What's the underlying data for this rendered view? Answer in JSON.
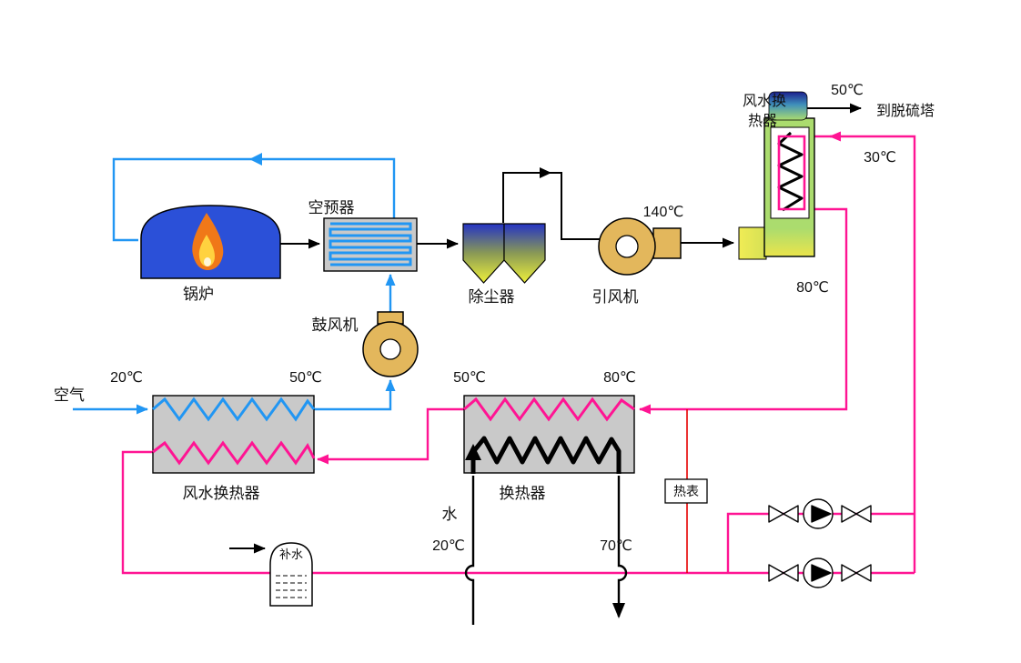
{
  "diagram": {
    "components": {
      "boiler": {
        "label": "锅炉"
      },
      "air_preheater": {
        "label": "空预器"
      },
      "blower": {
        "label": "鼓风机"
      },
      "dust_collector": {
        "label": "除尘器"
      },
      "induced_draft_fan": {
        "label": "引风机",
        "outlet_temp": "140℃"
      },
      "flue_gas_water_hx": {
        "label_line1": "风水换",
        "label_line2": "热器",
        "gas_outlet_temp": "50℃",
        "gas_outlet_dest": "到脱硫塔",
        "water_return_temp": "30℃",
        "water_supply_temp": "80℃"
      },
      "air_water_hx": {
        "label": "风水换热器",
        "air_in_temp": "20℃",
        "air_out_temp": "50℃"
      },
      "water_heat_exchanger": {
        "label": "换热器",
        "hot_out_temp": "50℃",
        "hot_in_temp": "80℃",
        "cold_in_temp": "20℃",
        "cold_out_temp": "70℃"
      },
      "heat_meter": {
        "label": "热表"
      },
      "makeup_water_tank": {
        "label": "补水"
      }
    },
    "streams": {
      "air_inlet_label": "空气",
      "cold_water_label": "水"
    },
    "colors": {
      "air_line": "#2196f3",
      "hot_water_line": "#ff1493",
      "flue_gas_line": "#000000",
      "heat_meter_line": "#e60000",
      "boiler_body": "#2b50d8",
      "fan_body": "#e3b75c",
      "exchanger_box": "#c9c9c9",
      "hx_body_green": "#abdc6e"
    }
  }
}
